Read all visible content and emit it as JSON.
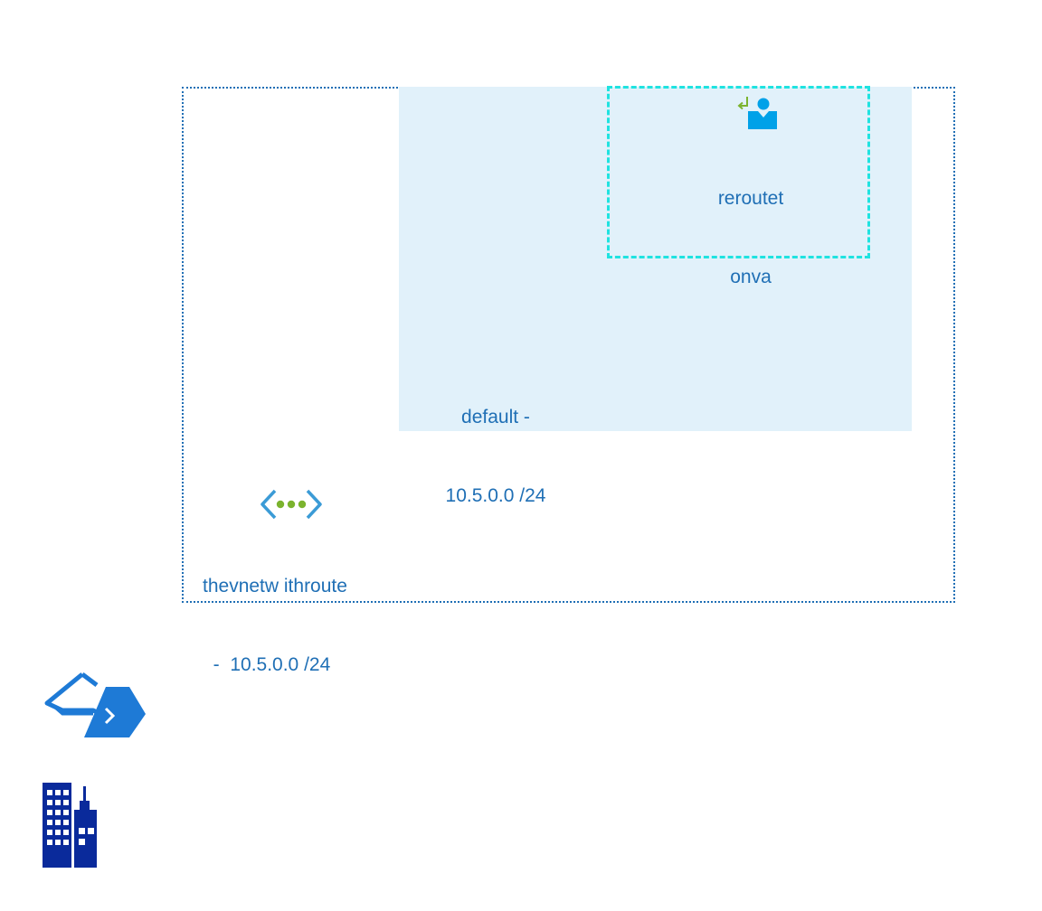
{
  "vnet": {
    "name_line1": "thevnetw ithroute",
    "name_line2": "  -  10.5.0.0 /24",
    "icon": "virtual-network-icon"
  },
  "subnet": {
    "name_line1": "default -",
    "name_line2": "10.5.0.0 /24"
  },
  "route_table": {
    "name_line1": "reroutet",
    "name_line2": "onva",
    "icon": "route-table-icon"
  },
  "gateway": {
    "icon": "network-gateway-icon"
  },
  "onprem": {
    "icon": "office-buildings-icon"
  },
  "colors": {
    "label_blue": "#1f6fb5",
    "subnet_fill": "#e1f1fa",
    "route_dash": "#1fe3e0",
    "vnet_border": "#1f6fb5",
    "gateway_blue": "#1e7ad6",
    "buildings_navy": "#0a2a9b",
    "vnet_green": "#7bb32e"
  }
}
